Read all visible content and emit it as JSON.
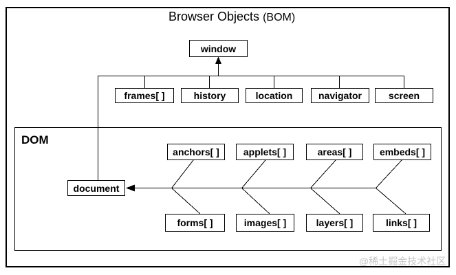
{
  "title": {
    "main": "Browser Objects",
    "suffix": "(BOM)"
  },
  "bom": {
    "root": "window",
    "children": [
      "frames[ ]",
      "history",
      "location",
      "navigator",
      "screen"
    ]
  },
  "dom": {
    "label": "DOM",
    "root": "document",
    "top_row": [
      "anchors[ ]",
      "applets[ ]",
      "areas[ ]",
      "embeds[ ]"
    ],
    "bottom_row": [
      "forms[ ]",
      "images[ ]",
      "layers[ ]",
      "links[ ]"
    ]
  },
  "watermark": "@稀土掘金技术社区",
  "colors": {
    "line": "#000000",
    "background": "#ffffff",
    "watermark": "#c6c6c6"
  }
}
